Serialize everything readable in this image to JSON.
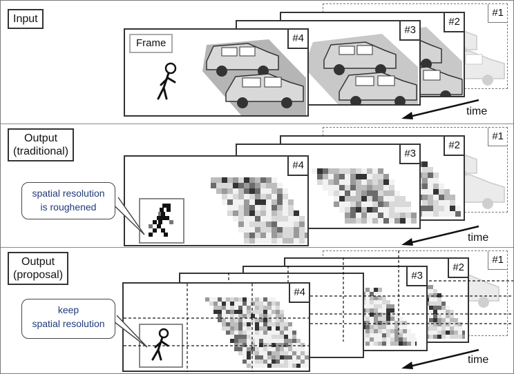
{
  "panels": {
    "input": {
      "label": "Input",
      "frame_tag": "Frame",
      "time_label": "time"
    },
    "traditional": {
      "label_line1": "Output",
      "label_line2": "(traditional)",
      "callout_line1": "spatial resolution",
      "callout_line2": "is roughened",
      "time_label": "time"
    },
    "proposal": {
      "label_line1": "Output",
      "label_line2": "(proposal)",
      "callout_line1": "keep",
      "callout_line2": "spatial resolution",
      "time_label": "time"
    }
  },
  "frame_numbers": [
    "#1",
    "#2",
    "#3",
    "#4"
  ],
  "icons": [
    "stick-figure-icon",
    "car-icon",
    "time-arrow-icon"
  ],
  "colors": {
    "border": "#333333",
    "callout_text": "#1f3a78",
    "scene_gray": "#b5b5b5"
  }
}
